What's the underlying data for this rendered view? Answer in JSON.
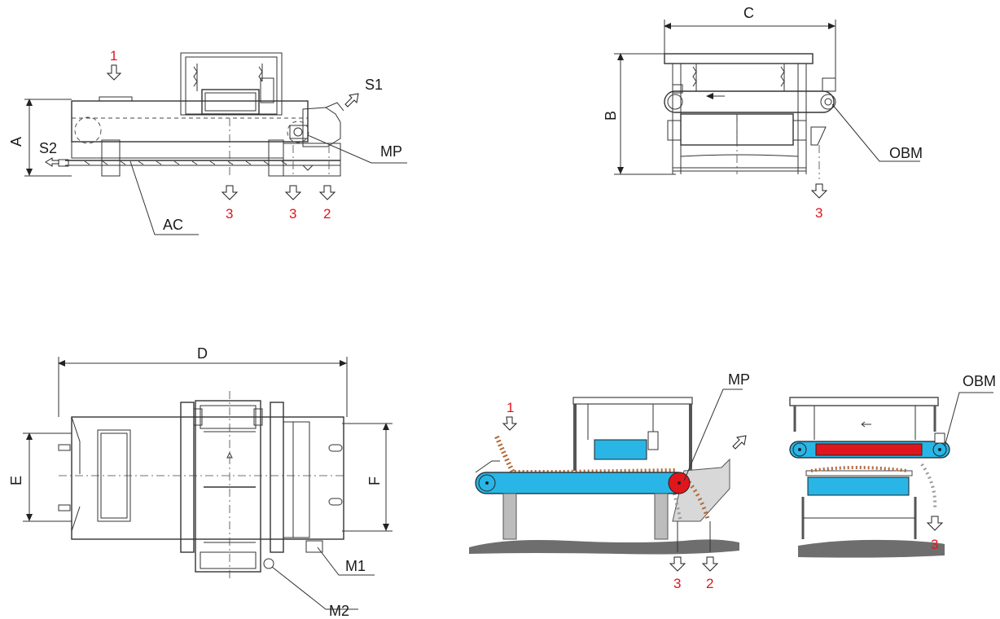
{
  "labels": {
    "dim_a": "A",
    "dim_b": "B",
    "dim_c": "C",
    "dim_d": "D",
    "dim_e": "E",
    "dim_f": "F",
    "s1": "S1",
    "s2": "S2",
    "mp": "MP",
    "ac": "AC",
    "obm": "OBM",
    "m1": "M1",
    "m2": "M2",
    "mp_schematic": "MP",
    "obm_schematic": "OBM"
  },
  "flow_numbers": {
    "side_in": "1",
    "side_out_a": "3",
    "side_out_b": "3",
    "side_out_c": "2",
    "front_out": "3",
    "sch1_in": "1",
    "sch1_out_a": "3",
    "sch1_out_b": "2",
    "sch2_out": "3"
  },
  "colors": {
    "line": "#333333",
    "flow_number": "#e0161c",
    "belt": "#29b6e6",
    "magnet_red": "#e0161c",
    "material": "#b06a3c",
    "ground": "#6e6e6e"
  }
}
